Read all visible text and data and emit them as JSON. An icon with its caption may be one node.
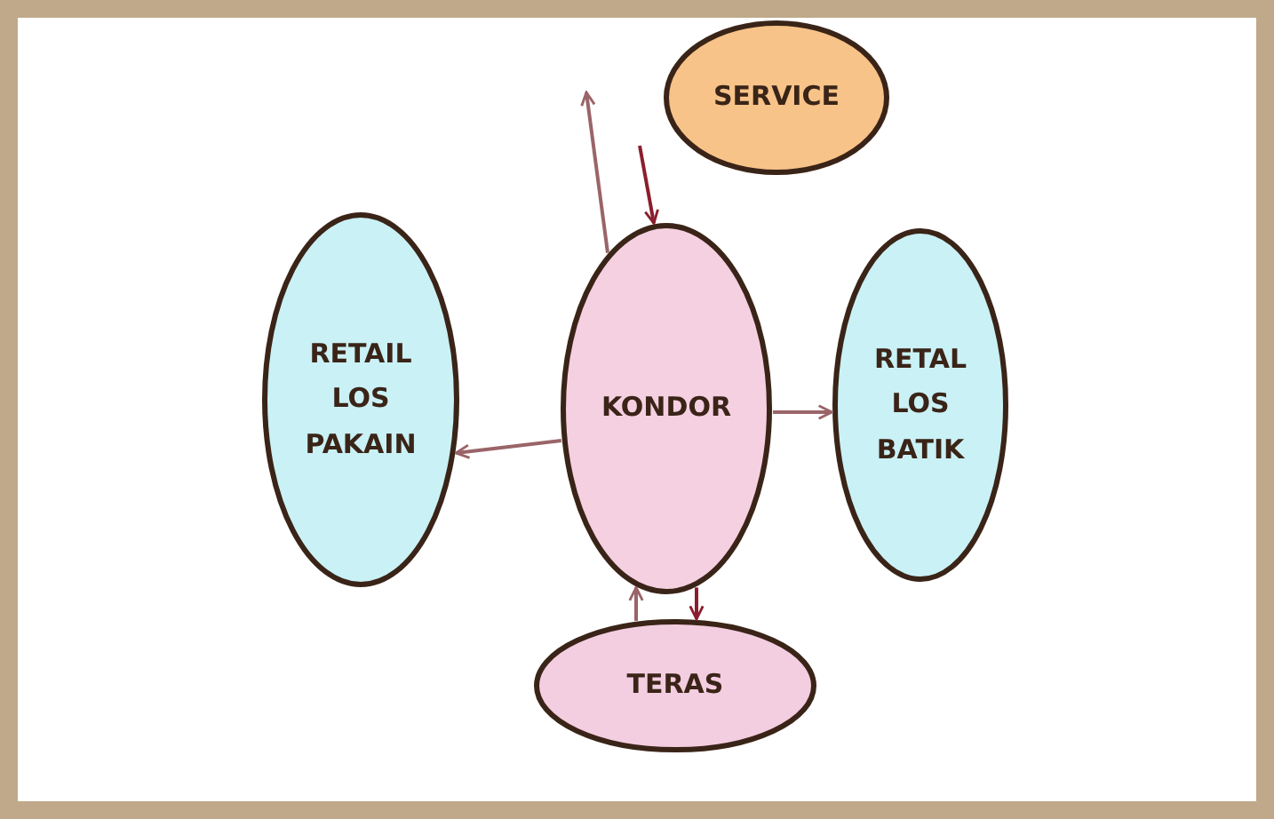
{
  "diagram": {
    "nodes": [
      {
        "text": [
          "SERVICE"
        ]
      },
      {
        "text": [
          "RETAIL LOS PAKAIN"
        ]
      },
      {
        "text": [
          "KONDOR"
        ]
      },
      {
        "text": [
          "RETAL LOS BATIK"
        ]
      },
      {
        "text": [
          "TERAS"
        ]
      }
    ],
    "edges": [
      {
        "from": 4,
        "to": 2,
        "arrow": "to"
      },
      {
        "from": 2,
        "to": null,
        "arrow": "to"
      },
      {
        "from": null,
        "to": 2,
        "arrow": "to",
        "color": "#8b1e2e"
      },
      {
        "from": 2,
        "to": 4,
        "arrow": "to",
        "color": "#8b1e2e"
      },
      {
        "from": 2,
        "to": 1,
        "arrow": "to"
      },
      {
        "from": 2,
        "to": 3,
        "arrow": "to"
      }
    ]
  }
}
